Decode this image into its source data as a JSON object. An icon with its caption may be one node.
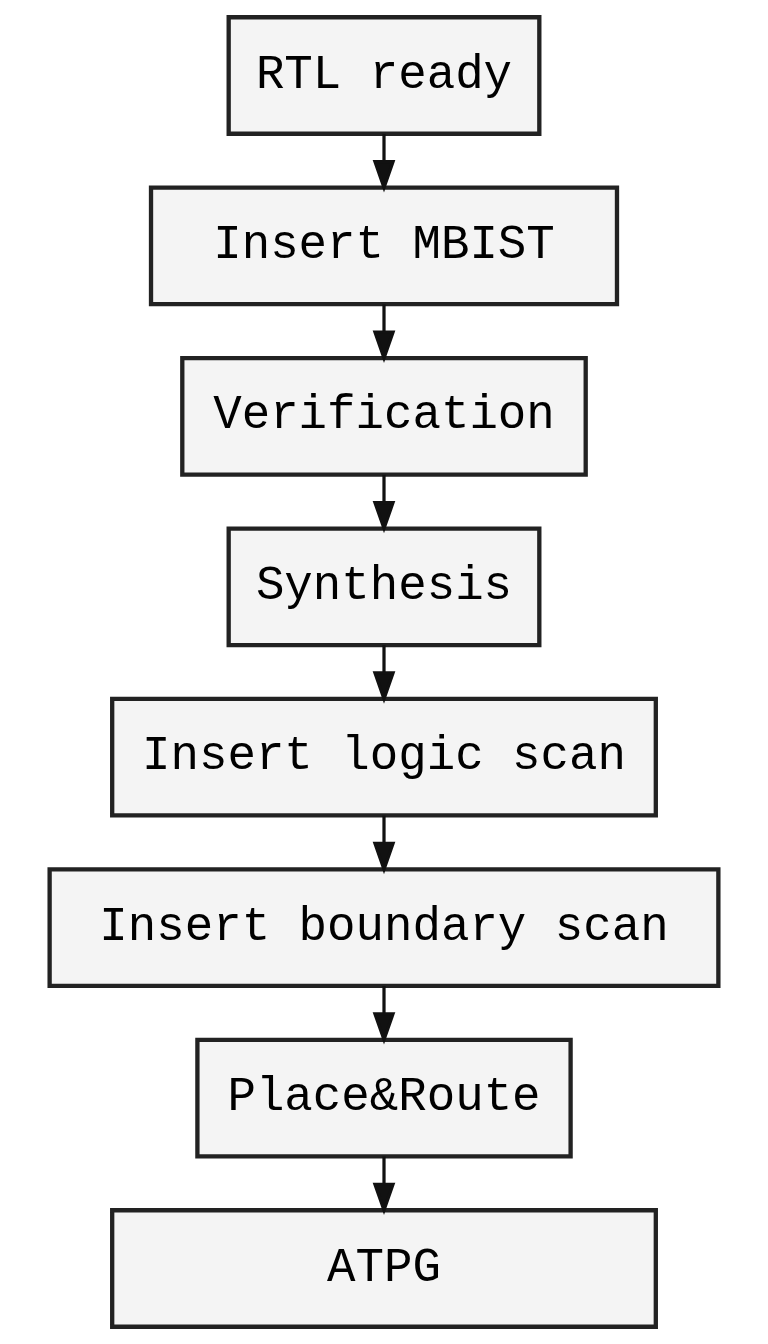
{
  "diagram": {
    "nodes": [
      {
        "text": [
          "RTL ready"
        ]
      },
      {
        "text": [
          "Insert MBIST"
        ]
      },
      {
        "text": [
          "Verification"
        ]
      },
      {
        "text": [
          "Synthesis"
        ]
      },
      {
        "text": [
          "Insert logic scan"
        ]
      },
      {
        "text": [
          "Insert boundary scan"
        ]
      },
      {
        "text": [
          "Place&Route"
        ]
      },
      {
        "text": [
          "ATPG"
        ]
      }
    ],
    "edges": [
      {
        "from": 0,
        "to": 1,
        "arrow": "to"
      },
      {
        "from": 1,
        "to": 2,
        "arrow": "to"
      },
      {
        "from": 2,
        "to": 3,
        "arrow": "to"
      },
      {
        "from": 3,
        "to": 4,
        "arrow": "to"
      },
      {
        "from": 4,
        "to": 5,
        "arrow": "to"
      },
      {
        "from": 5,
        "to": 6,
        "arrow": "to"
      },
      {
        "from": 6,
        "to": 7,
        "arrow": "to"
      }
    ]
  }
}
